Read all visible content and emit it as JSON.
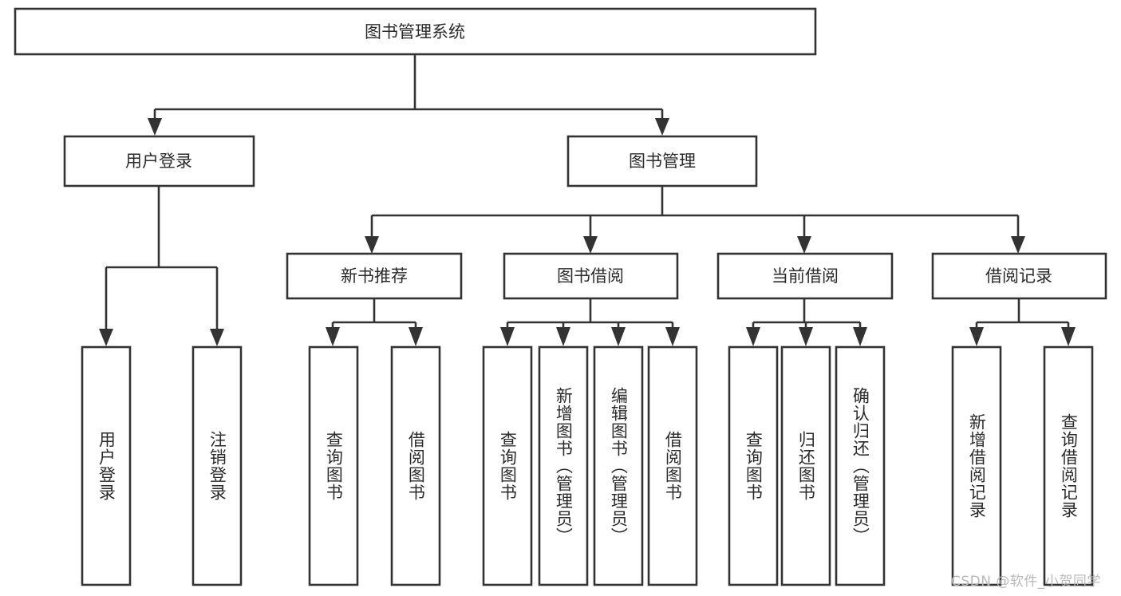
{
  "diagram": {
    "type": "tree-hierarchy",
    "title_node": {
      "label": "图书管理系统"
    },
    "level2": [
      {
        "label": "用户登录"
      },
      {
        "label": "图书管理"
      }
    ],
    "level3": [
      {
        "label": "新书推荐"
      },
      {
        "label": "图书借阅"
      },
      {
        "label": "当前借阅"
      },
      {
        "label": "借阅记录"
      }
    ],
    "leaves": {
      "user_login": [
        {
          "label": "用户登录"
        },
        {
          "label": "注销登录"
        }
      ],
      "new_book_recommend": [
        {
          "label": "查询图书"
        },
        {
          "label": "借阅图书"
        }
      ],
      "book_borrow": [
        {
          "label": "查询图书"
        },
        {
          "label": "新增图书（管理员）"
        },
        {
          "label": "编辑图书（管理员）"
        },
        {
          "label": "借阅图书"
        }
      ],
      "current_borrow": [
        {
          "label": "查询图书"
        },
        {
          "label": "归还图书"
        },
        {
          "label": "确认归还（管理员）"
        }
      ],
      "borrow_record": [
        {
          "label": "新增借阅记录"
        },
        {
          "label": "查询借阅记录"
        }
      ]
    },
    "watermark": {
      "text": "CSDN @软件_小贺同学"
    },
    "colors": {
      "box_stroke": "#333333",
      "box_fill": "#ffffff",
      "text": "#2b2b2b",
      "watermark": "#b9b9b9",
      "background": "#ffffff"
    }
  }
}
